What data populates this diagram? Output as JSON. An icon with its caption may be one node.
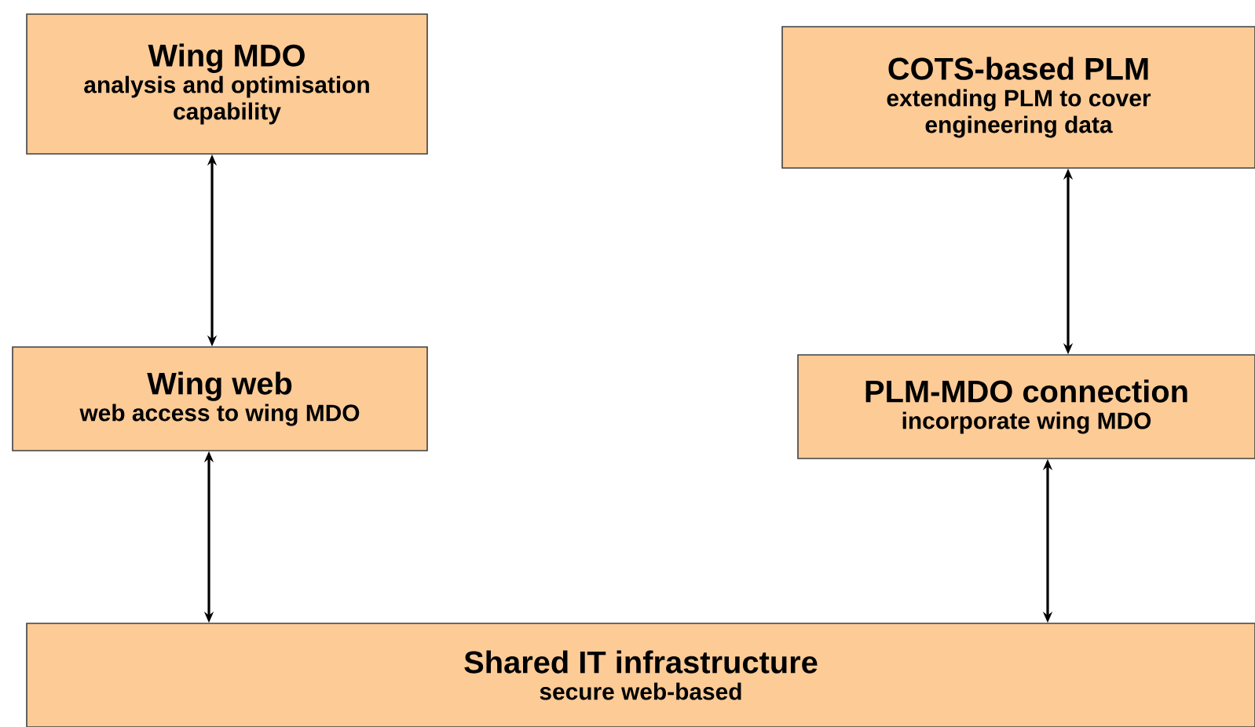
{
  "diagram": {
    "nodes": [
      {
        "text": [
          "Wing MDO",
          "analysis and optimisation capability"
        ]
      },
      {
        "text": [
          "COTS-based PLM",
          "extending PLM to cover engineering data"
        ]
      },
      {
        "text": [
          "Wing web",
          "web access to wing MDO"
        ]
      },
      {
        "text": [
          "PLM-MDO connection",
          "incorporate wing MDO"
        ]
      },
      {
        "text": [
          "Shared IT infrastructure",
          "secure web-based"
        ]
      }
    ],
    "edges": [
      {
        "from": 0,
        "to": 2,
        "arrow": "both"
      },
      {
        "from": 1,
        "to": 3,
        "arrow": "both"
      },
      {
        "from": 2,
        "to": 4,
        "arrow": "both"
      },
      {
        "from": 3,
        "to": 4,
        "arrow": "both"
      }
    ]
  }
}
